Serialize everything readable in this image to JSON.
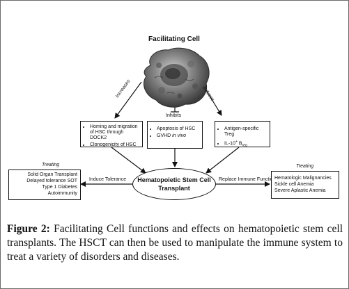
{
  "diagram": {
    "title": "Facilitating Cell",
    "edges": {
      "increases": "Increases",
      "inhibits": "Inhibits",
      "induces": "Induces"
    },
    "box_left": {
      "items": [
        "Homing and migration of HSC through DOCK2",
        "Clonogenicity of HSC"
      ]
    },
    "box_middle": {
      "items": [
        "Apoptosis of HSC",
        "GVHD in vivo"
      ]
    },
    "box_right": {
      "items": [
        "Antigen-specific Treg",
        "IL-10",
        "+",
        "B",
        "reg"
      ]
    },
    "center": "Hematopoietic Stem Cell Transplant",
    "induce_tolerance": "Induce Tolerance",
    "replace_immune": "Replace Immune Function",
    "treating_left": {
      "title": "Treating",
      "lines": [
        "Solid Organ Transplant",
        "Delayed tolerance SOT",
        "Type 1 Diabetes",
        "Autoimmunity"
      ]
    },
    "treating_right": {
      "title": "Treating",
      "lines": [
        "Hematologic Malignancies",
        "Sickle cell Anemia",
        "Severe Aplastic Anemia"
      ]
    }
  },
  "caption": {
    "label": "Figure 2:",
    "text": "Facilitating Cell functions and effects on hematopoietic stem cell transplants. The HSCT can then be used to manipulate the immune system to treat a variety of disorders and diseases."
  }
}
